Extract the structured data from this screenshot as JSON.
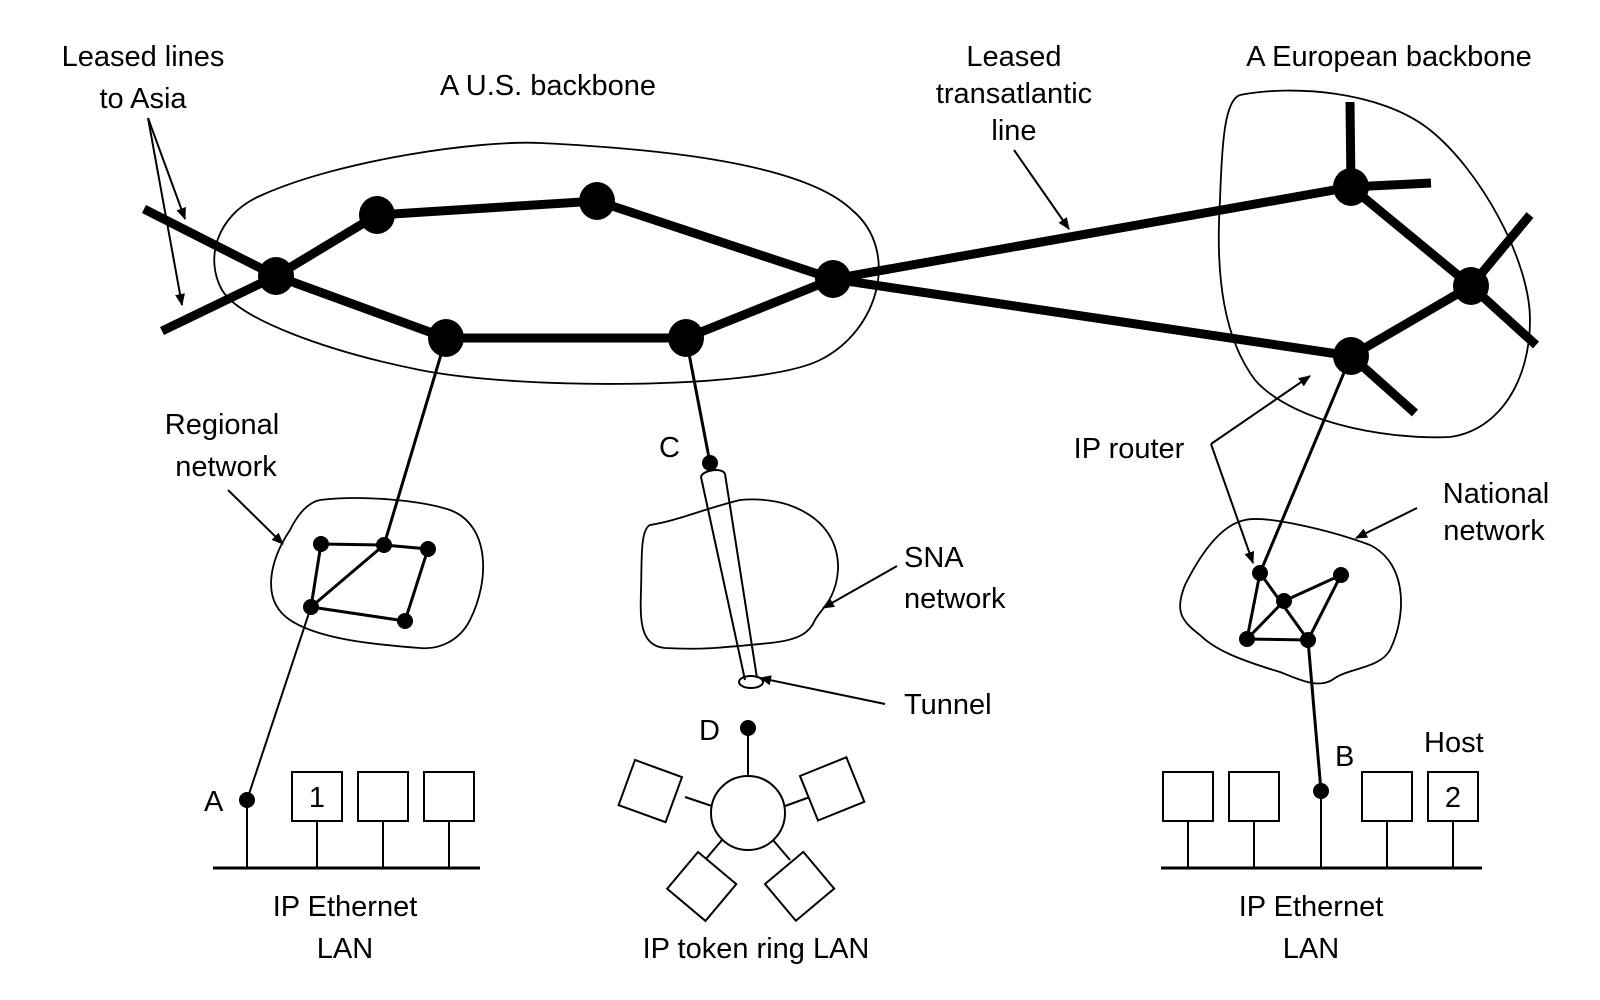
{
  "labels": {
    "leased_lines_asia": [
      "Leased lines",
      "to Asia"
    ],
    "us_backbone": "A U.S. backbone",
    "transatlantic": [
      "Leased",
      "transatlantic",
      "line"
    ],
    "european_backbone": "A European backbone",
    "regional_network": [
      "Regional",
      "network"
    ],
    "ip_router": "IP router",
    "national_network": [
      "National",
      "network"
    ],
    "sna_network": [
      "SNA",
      "network"
    ],
    "tunnel": "Tunnel",
    "host": "Host",
    "ethernet_lan_left": [
      "IP Ethernet",
      "LAN"
    ],
    "ethernet_lan_right": [
      "IP Ethernet",
      "LAN"
    ],
    "token_ring_lan": "IP token ring LAN",
    "point_a": "A",
    "point_b": "B",
    "point_c": "C",
    "point_d": "D",
    "host_1": "1",
    "host_2": "2"
  }
}
